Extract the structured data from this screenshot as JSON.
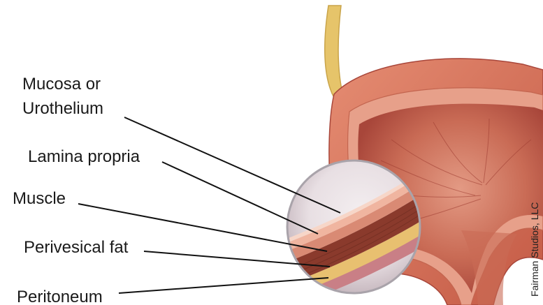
{
  "labels": {
    "mucosa_line1": "Mucosa or",
    "mucosa_line2": "Urothelium",
    "lamina_propria": "Lamina propria",
    "muscle": "Muscle",
    "perivesical_fat": "Perivesical fat",
    "peritoneum": "Peritoneum"
  },
  "credit": "Fairman Studios, LLC",
  "colors": {
    "ureter": "#e6c46a",
    "bladder_wall": "#d9745e",
    "bladder_inner": "#b8493b",
    "muscle_layer": "#8a3a2c",
    "fat_layer": "#e8c070",
    "lens_ring": "#b0b0b8"
  }
}
